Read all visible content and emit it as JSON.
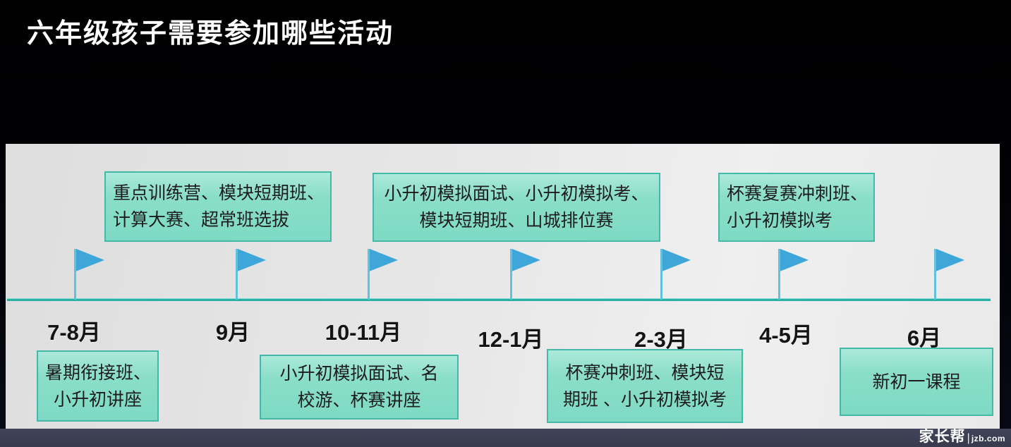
{
  "title": "六年级孩子需要参加哪些活动",
  "timeline": {
    "months": [
      "7-8月",
      "9月",
      "10-11月",
      "12-1月",
      "2-3月",
      "4-5月",
      "6月"
    ],
    "flag_count": 7,
    "events_above": [
      {
        "anchor": "9月",
        "lines": [
          "重点训练营、模块短期班、",
          "计算大赛、超常班选拔"
        ]
      },
      {
        "anchor": "12-1月",
        "lines": [
          "小升初模拟面试、小升初模拟考、",
          "模块短期班、山城排位赛"
        ]
      },
      {
        "anchor": "4-5月",
        "lines": [
          "杯赛复赛冲刺班、",
          "小升初模拟考"
        ]
      }
    ],
    "events_below": [
      {
        "anchor": "7-8月",
        "lines": [
          "暑期衔接班、",
          "小升初讲座"
        ]
      },
      {
        "anchor": "10-11月",
        "lines": [
          "小升初模拟面试、名",
          "校游、杯赛讲座"
        ]
      },
      {
        "anchor": "2-3月",
        "lines": [
          "杯赛冲刺班、模块短",
          "期班 、小升初模拟考"
        ]
      },
      {
        "anchor": "6月",
        "lines": [
          "新初一课程"
        ]
      }
    ]
  },
  "watermark": {
    "brand": "家长帮",
    "separator": "|",
    "site": "jzb.com"
  },
  "colors": {
    "timeline_teal": "#29b2a4",
    "event_box_fill": "#85ddc8",
    "event_box_border": "#45b9a7",
    "flag_blue": "#3fa6da",
    "flag_pole": "#62c1de",
    "panel_gray": "#e7e7e7",
    "footer_band": "#3a3d4e",
    "title_white": "#ffffff"
  }
}
